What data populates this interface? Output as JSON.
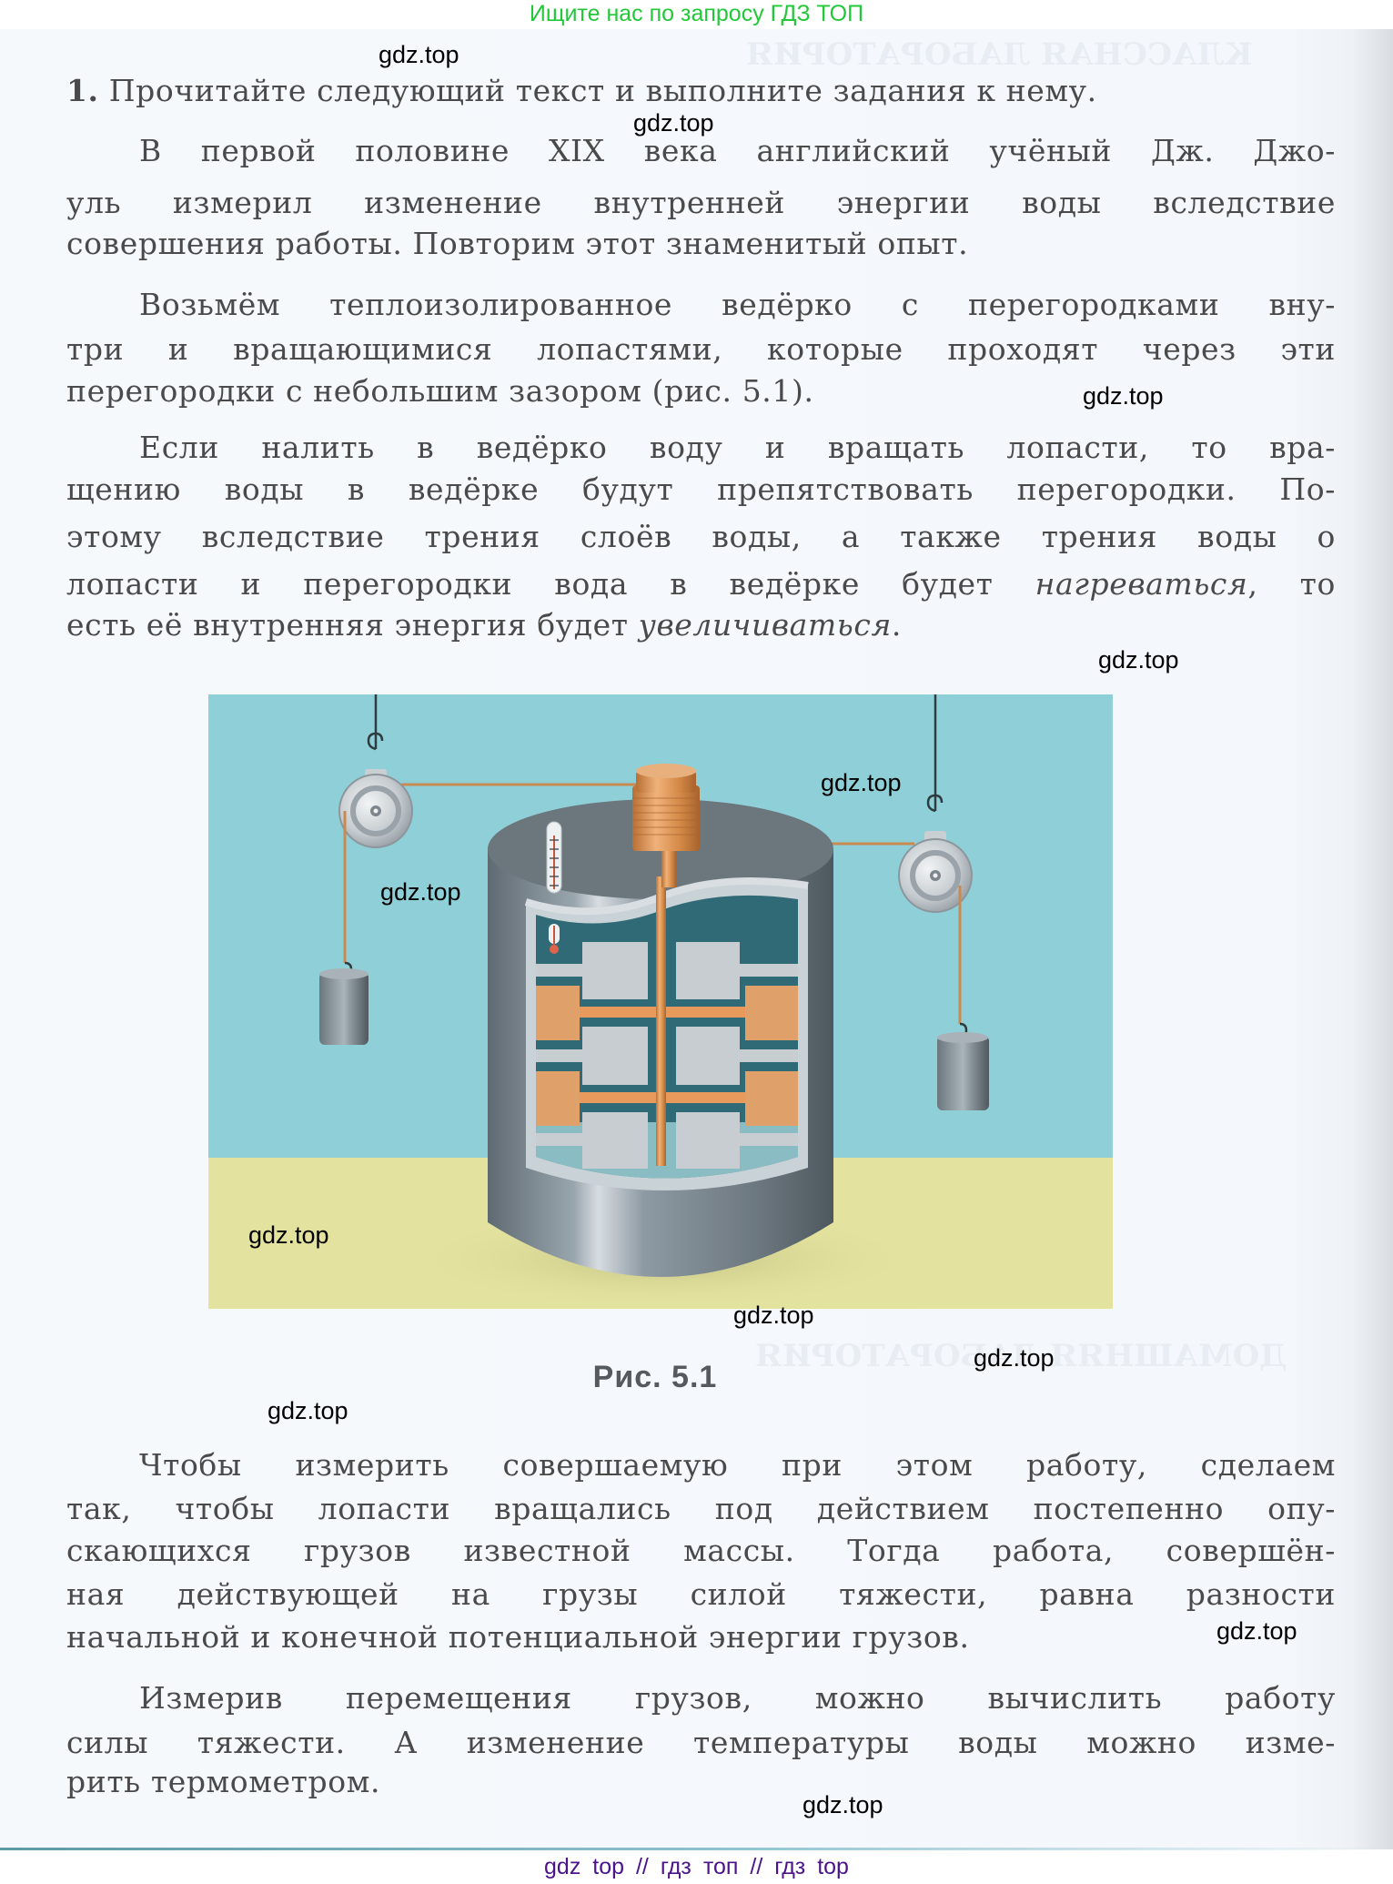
{
  "banner_top": "Ищите нас по запросу ГДЗ ТОП",
  "banner_bottom": "gdz top  //  гдз топ  //  гдз top",
  "watermark": "gdz.top",
  "task": {
    "number": "1.",
    "title": "Прочитайте следующий текст и выполните задания к нему."
  },
  "paragraphs": [
    {
      "lines": [
        "В первой половине XIX века английский учёный Дж. Джо-",
        "уль измерил изменение внутренней энергии воды вследствие",
        "совершения работы. Повторим этот знаменитый опыт."
      ]
    },
    {
      "lines": [
        "Возьмём теплоизолированное ведёрко с перегородками вну-",
        "три и вращающимися лопастями, которые проходят через эти",
        "перегородки с небольшим зазором (рис. 5.1)."
      ]
    },
    {
      "lines": [
        "Если налить в ведёрко воду и вращать лопасти, то вра-",
        "щению воды в ведёрке будут препятствовать перегородки. По-",
        "этому вследствие трения слоёв воды, а также трения воды о"
      ],
      "line4_prefix": "лопасти и перегородки вода в ведёрке будет ",
      "line4_italic": "нагреваться",
      "line4_suffix": ", то",
      "line5_prefix": "есть её внутренняя энергия будет ",
      "line5_italic": "увеличиваться",
      "line5_suffix": "."
    },
    {
      "lines": [
        "Чтобы измерить совершаемую при этом работу, сделаем",
        "так, чтобы лопасти вращались под действием постепенно опу-",
        "скающихся грузов известной массы. Тогда работа, совершён-",
        "ная действующей на грузы силой тяжести, равна разности",
        "начальной и конечной потенциальной энергии грузов."
      ]
    },
    {
      "lines": [
        "Измерив перемещения грузов, можно вычислить работу",
        "силы тяжести. А изменение температуры воды можно изме-",
        "рить термометром."
      ]
    }
  ],
  "figure": {
    "caption": "Рис. 5.1",
    "description": "Опыт Джоуля: теплоизолированное ведёрко с перегородками и вращающимися лопастями, блоки и грузы, термометр",
    "colors": {
      "sky": "#8fd0d8",
      "floor": "#e3e29e",
      "bucket": "#6f7a82",
      "copper": "#d9924e",
      "water": "#2f6a76"
    }
  },
  "bleed_through": [
    "КЛАССНАЯ ЛАБОРАТОРИЯ",
    "ДОМАШНЯЯ ЛАБОРАТОРИЯ"
  ]
}
